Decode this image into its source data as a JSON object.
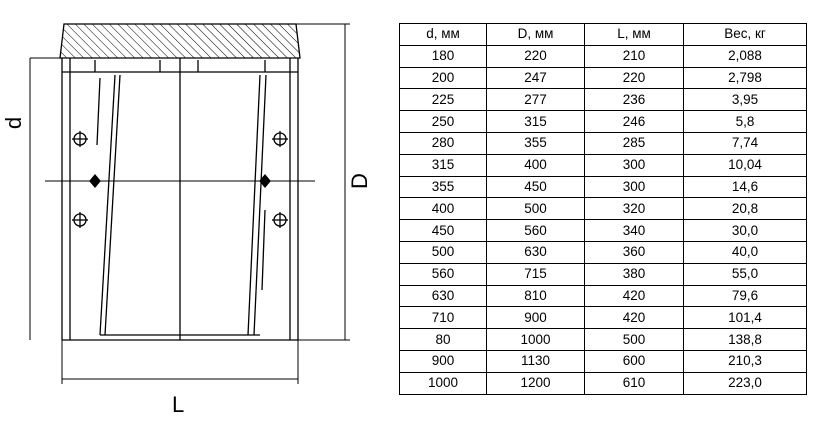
{
  "drawing": {
    "labels": {
      "d": "d",
      "D": "D",
      "L": "L"
    }
  },
  "table": {
    "headers": [
      "d, мм",
      "D, мм",
      "L, мм",
      "Вес, кг"
    ],
    "rows": [
      [
        "180",
        "220",
        "210",
        "2,088"
      ],
      [
        "200",
        "247",
        "220",
        "2,798"
      ],
      [
        "225",
        "277",
        "236",
        "3,95"
      ],
      [
        "250",
        "315",
        "246",
        "5,8"
      ],
      [
        "280",
        "355",
        "285",
        "7,74"
      ],
      [
        "315",
        "400",
        "300",
        "10,04"
      ],
      [
        "355",
        "450",
        "300",
        "14,6"
      ],
      [
        "400",
        "500",
        "320",
        "20,8"
      ],
      [
        "450",
        "560",
        "340",
        "30,0"
      ],
      [
        "500",
        "630",
        "360",
        "40,0"
      ],
      [
        "560",
        "715",
        "380",
        "55,0"
      ],
      [
        "630",
        "810",
        "420",
        "79,6"
      ],
      [
        "710",
        "900",
        "420",
        "101,4"
      ],
      [
        "80",
        "1000",
        "500",
        "138,8"
      ],
      [
        "900",
        "1130",
        "600",
        "210,3"
      ],
      [
        "1000",
        "1200",
        "610",
        "223,0"
      ]
    ]
  }
}
